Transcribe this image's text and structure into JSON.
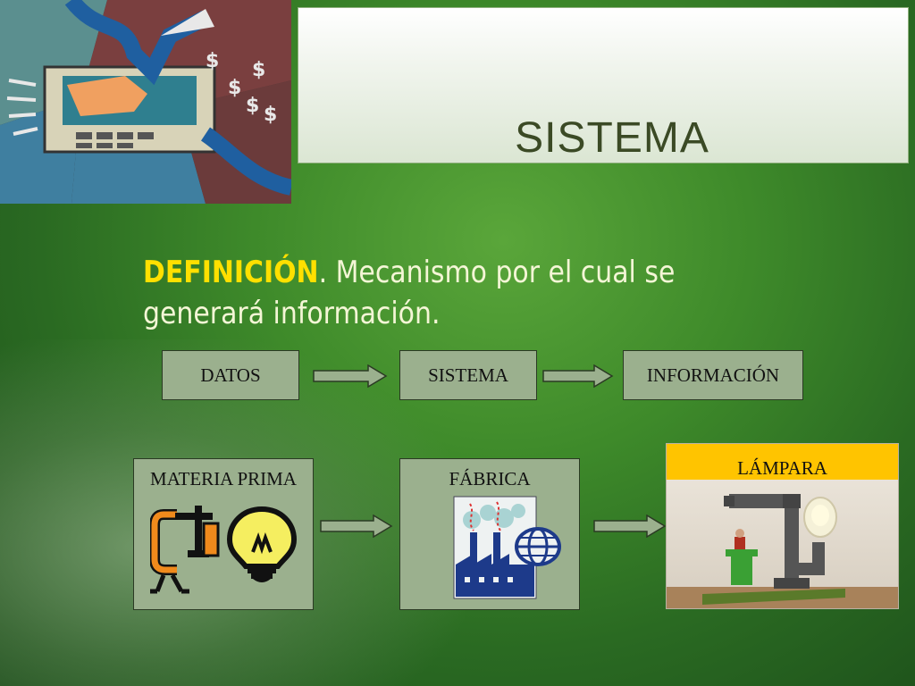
{
  "slide": {
    "title": "SISTEMA",
    "definition_keyword": "DEFINICIÓN",
    "definition_text": ". Mecanismo por el cual se generará información."
  },
  "flow_row_1": {
    "boxes": [
      "DATOS",
      "SISTEMA",
      "INFORMACIÓN"
    ]
  },
  "flow_row_2": {
    "boxes": [
      "MATERIA PRIMA",
      "FÁBRICA",
      "LÁMPARA"
    ]
  },
  "colors": {
    "keyword": "#ffe000",
    "box_fill": "#9bb08e",
    "lamp_header": "#ffc400",
    "title": "#3b4a25"
  },
  "icons": [
    "clamp-icon",
    "lightbulb-icon",
    "factory-icon",
    "globe-icon",
    "pipe-lamp-image",
    "business-clipart-image"
  ]
}
